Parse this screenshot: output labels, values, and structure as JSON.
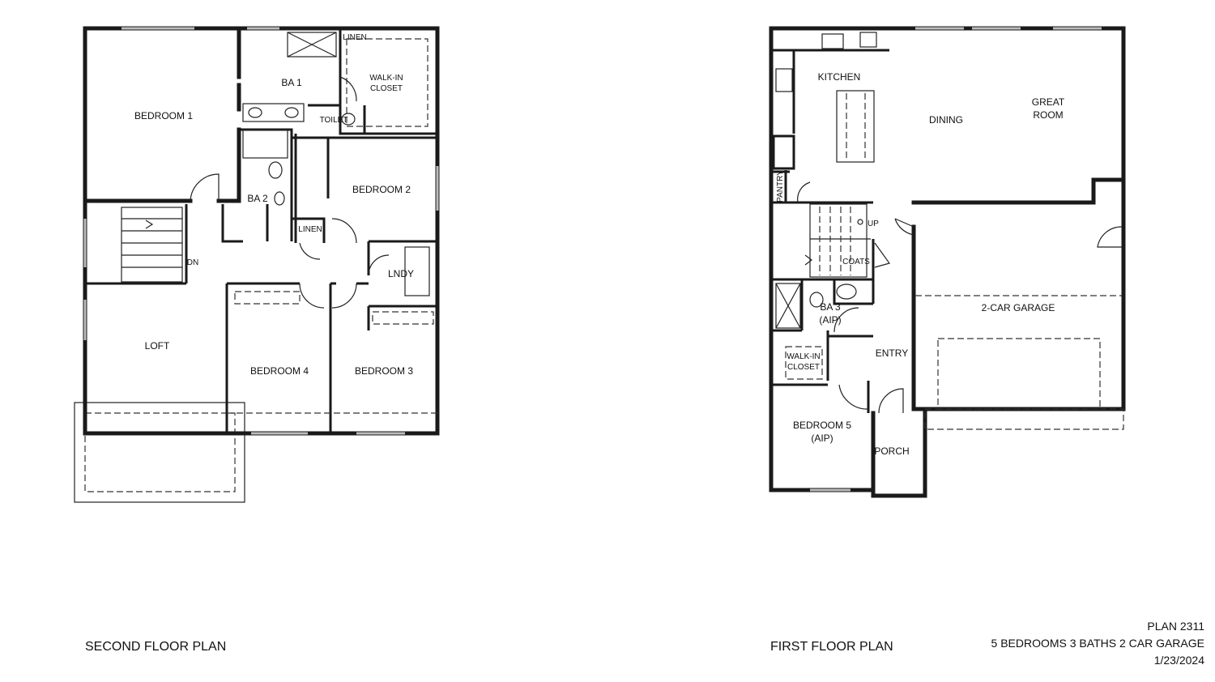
{
  "second_floor": {
    "title": "SECOND FLOOR PLAN",
    "rooms": {
      "bedroom1": "BEDROOM 1",
      "ba1": "BA 1",
      "linen_top": "LINEN",
      "walkin1": "WALK-IN",
      "walkin2": "CLOSET",
      "toilet": "TOILET",
      "bedroom2": "BEDROOM 2",
      "ba2": "BA 2",
      "linen_mid": "LINEN",
      "dn": "DN",
      "lndy": "LNDY",
      "loft": "LOFT",
      "bedroom4": "BEDROOM 4",
      "bedroom3": "BEDROOM 3"
    }
  },
  "first_floor": {
    "title": "FIRST FLOOR PLAN",
    "rooms": {
      "kitchen": "KITCHEN",
      "dining": "DINING",
      "great1": "GREAT",
      "great2": "ROOM",
      "pantry": "PANTRY",
      "up": "UP",
      "coats": "COATS",
      "ba3a": "BA 3",
      "ba3b": "(AIP)",
      "garage": "2-CAR GARAGE",
      "entry": "ENTRY",
      "walkin1": "WALK-IN",
      "walkin2": "CLOSET",
      "bedroom5a": "BEDROOM 5",
      "bedroom5b": "(AIP)",
      "porch": "PORCH"
    }
  },
  "plan_info": {
    "plan": "PLAN 2311",
    "summary": "5 BEDROOMS 3 BATHS 2 CAR GARAGE",
    "date": "1/23/2024"
  }
}
